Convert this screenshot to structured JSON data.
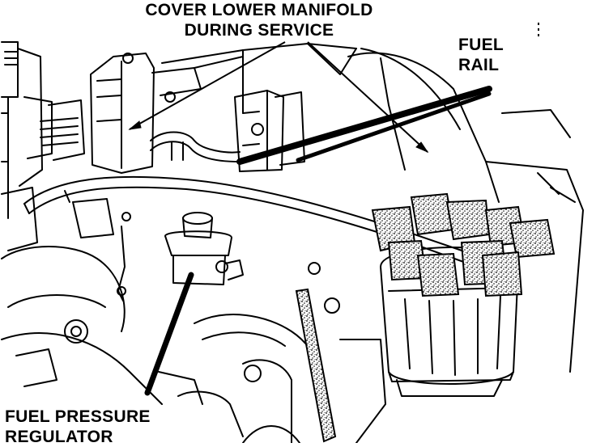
{
  "labels": {
    "cover_manifold": {
      "line1": "COVER LOWER MANIFOLD",
      "line2": "DURING SERVICE"
    },
    "fuel_rail": {
      "line1": "FUEL",
      "line2": "RAIL"
    },
    "fuel_pressure_regulator": {
      "line1": "FUEL PRESSURE",
      "line2": "REGULATOR"
    }
  },
  "colors": {
    "ink": "#000000",
    "paper": "#ffffff"
  },
  "icons": [
    "stipple-hose-texture",
    "distributor-cap",
    "leader-arrow"
  ]
}
